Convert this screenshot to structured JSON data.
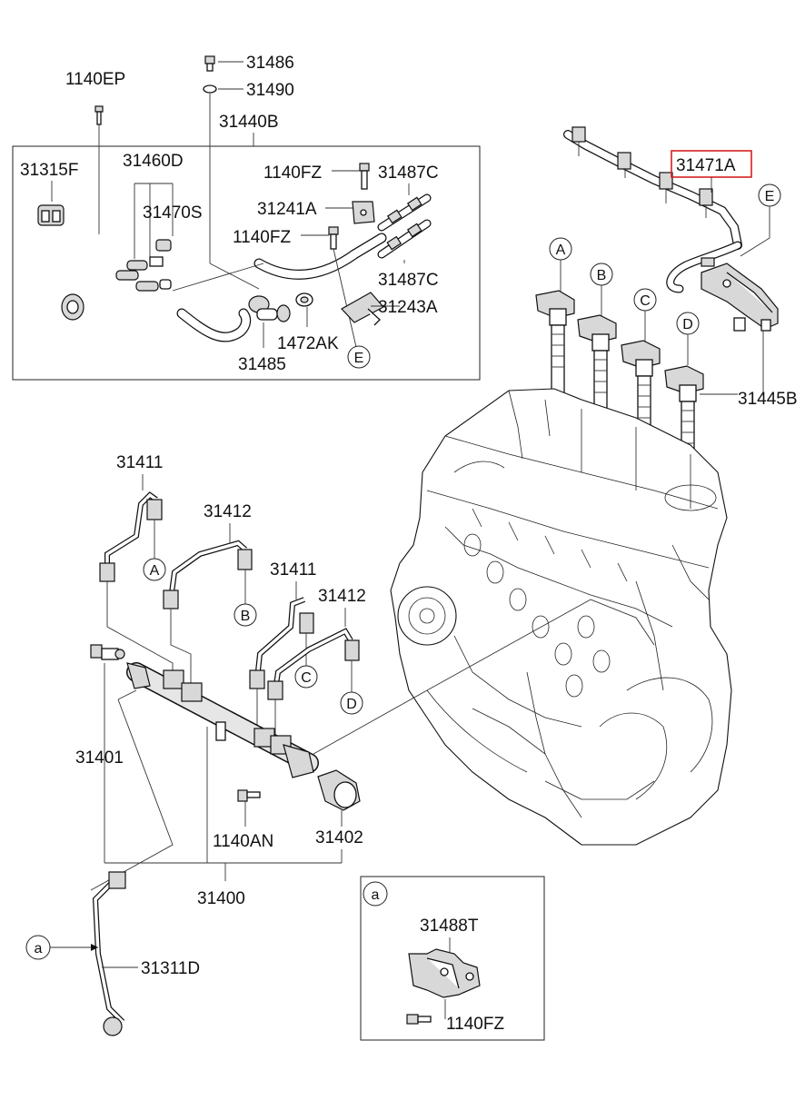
{
  "diagram": {
    "labels": {
      "p1140EP": "1140EP",
      "p31486": "31486",
      "p31490": "31490",
      "p31440B": "31440B",
      "p31315F": "31315F",
      "p31460D": "31460D",
      "p31470S": "31470S",
      "p1140FZ_a": "1140FZ",
      "p31487C_a": "31487C",
      "p31241A": "31241A",
      "p1140FZ_b": "1140FZ",
      "p31487C_b": "31487C",
      "p31243A": "31243A",
      "p1472AK": "1472AK",
      "p31485": "31485",
      "p31471A": "31471A",
      "p31445B": "31445B",
      "p31411_a": "31411",
      "p31412_a": "31412",
      "p31411_b": "31411",
      "p31412_b": "31412",
      "p31401": "31401",
      "p1140AN": "1140AN",
      "p31402": "31402",
      "p31400": "31400",
      "p31311D": "31311D",
      "p31488T": "31488T",
      "p1140FZ_c": "1140FZ"
    },
    "callouts": {
      "A_top": "A",
      "B_top": "B",
      "C_top": "C",
      "D_top": "D",
      "E_right": "E",
      "E_box": "E",
      "A_pipe": "A",
      "B_pipe": "B",
      "C_pipe": "C",
      "D_pipe": "D",
      "a_left": "a",
      "a_detail": "a"
    },
    "highlight_color": "#d62020"
  }
}
